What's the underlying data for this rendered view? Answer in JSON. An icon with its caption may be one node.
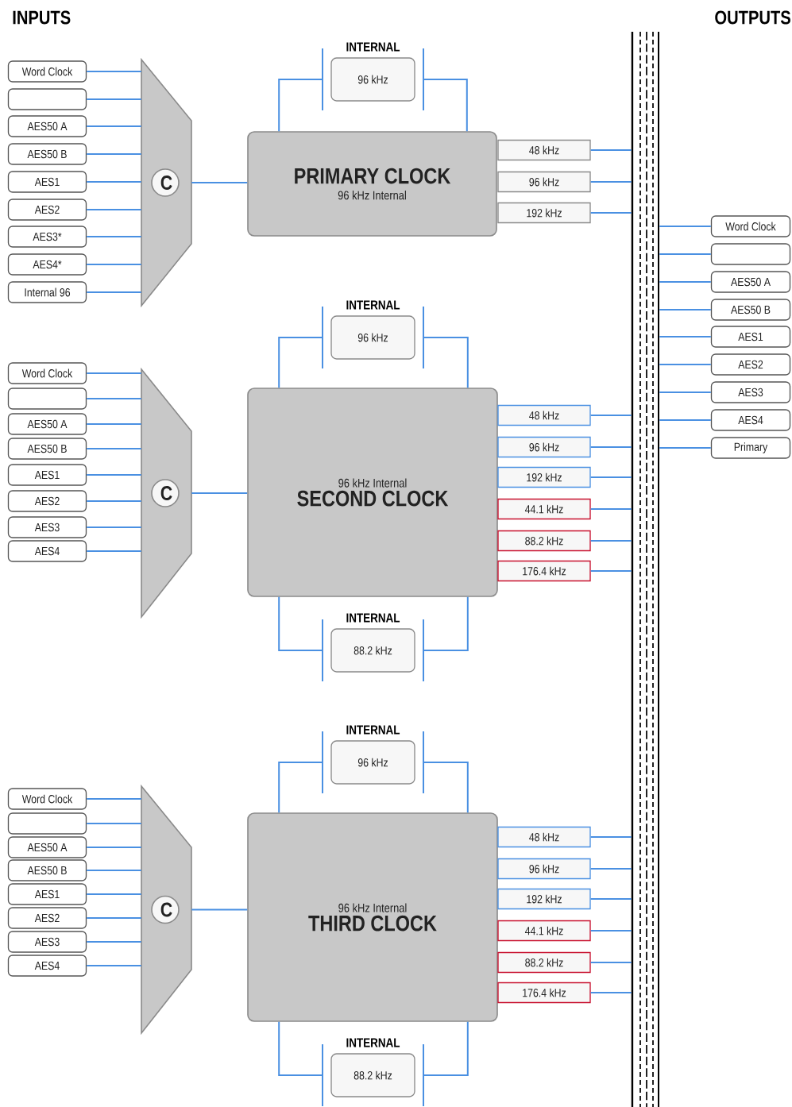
{
  "diagram": {
    "nodes": [
      {
        "text": [
          "Word Clock"
        ]
      },
      {
        "text": [],
        "shape": "box"
      },
      {
        "text": [
          "AES50 A"
        ]
      },
      {
        "text": [
          "AES50 B"
        ]
      },
      {
        "text": [
          "AES1"
        ]
      },
      {
        "text": [
          "AES2"
        ]
      },
      {
        "text": [
          "AES3*"
        ]
      },
      {
        "text": [
          "AES4*"
        ]
      },
      {
        "text": [
          "Internal 96"
        ]
      },
      {
        "text": [
          "C"
        ]
      },
      {
        "text": [
          "INTERNAL",
          "96 kHz"
        ]
      },
      {
        "text": [
          "PRIMARY CLOCK",
          "96 kHz Internal"
        ]
      },
      {
        "text": [
          "48 kHz"
        ]
      },
      {
        "text": [
          "96 kHz"
        ]
      },
      {
        "text": [
          "192 kHz"
        ]
      },
      {
        "text": [],
        "shape": "bar"
      },
      {
        "text": [
          "Word Clock"
        ]
      },
      {
        "text": [],
        "shape": "box"
      },
      {
        "text": [
          "AES50 A"
        ]
      },
      {
        "text": [
          "AES50 B"
        ]
      },
      {
        "text": [
          "AES1"
        ]
      },
      {
        "text": [
          "AES2"
        ]
      },
      {
        "text": [
          "AES3"
        ]
      },
      {
        "text": [
          "AES4"
        ]
      },
      {
        "text": [
          "Primary"
        ]
      },
      {
        "text": [
          "Word Clock"
        ]
      },
      {
        "text": [],
        "shape": "box"
      },
      {
        "text": [
          "AES50 A"
        ]
      },
      {
        "text": [
          "AES50 B"
        ]
      },
      {
        "text": [
          "AES1"
        ]
      },
      {
        "text": [
          "AES2"
        ]
      },
      {
        "text": [
          "AES3"
        ]
      },
      {
        "text": [
          "AES4"
        ]
      },
      {
        "text": [
          "C"
        ]
      },
      {
        "text": [
          "INTERNAL",
          "96 kHz"
        ]
      },
      {
        "text": [
          "96 kHz Internal",
          "SECOND CLOCK"
        ]
      },
      {
        "text": [
          "48 kHz"
        ]
      },
      {
        "text": [
          "96 kHz"
        ]
      },
      {
        "text": [
          "192 kHz"
        ]
      },
      {
        "text": [
          "44.1 kHz"
        ]
      },
      {
        "text": [
          "88.2 kHz"
        ]
      },
      {
        "text": [
          "176.4 kHz"
        ]
      },
      {
        "text": [
          "INTERNAL",
          "88.2 kHz"
        ]
      },
      {
        "text": [
          "Word Clock"
        ]
      },
      {
        "text": [],
        "shape": "box"
      },
      {
        "text": [
          "AES50 A"
        ]
      },
      {
        "text": [
          "AES50 B"
        ]
      },
      {
        "text": [
          "AES1"
        ]
      },
      {
        "text": [
          "AES2"
        ]
      },
      {
        "text": [
          "AES3"
        ]
      },
      {
        "text": [
          "AES4"
        ]
      },
      {
        "text": [
          "C"
        ]
      },
      {
        "text": [
          "INTERNAL",
          "96 kHz"
        ]
      },
      {
        "text": [
          "96 kHz Internal",
          "THIRD CLOCK"
        ]
      },
      {
        "text": [
          "48 kHz"
        ]
      },
      {
        "text": [
          "96 kHz"
        ]
      },
      {
        "text": [
          "192 kHz"
        ]
      },
      {
        "text": [
          "44.1 kHz"
        ]
      },
      {
        "text": [
          "88.2 kHz"
        ]
      },
      {
        "text": [
          "176.4 kHz"
        ]
      },
      {
        "text": [
          "INTERNAL",
          "88.2 kHz"
        ]
      }
    ],
    "edges": [
      {
        "from": 0,
        "to": 9,
        "arrow": "none"
      },
      {
        "from": 1,
        "to": 9,
        "arrow": "none"
      },
      {
        "from": 2,
        "to": 9,
        "arrow": "none"
      },
      {
        "from": 3,
        "to": 9,
        "arrow": "none"
      },
      {
        "from": 4,
        "to": 9,
        "arrow": "none"
      },
      {
        "from": 5,
        "to": 9,
        "arrow": "none"
      },
      {
        "from": 6,
        "to": 9,
        "arrow": "none"
      },
      {
        "from": 7,
        "to": 9,
        "arrow": "none"
      },
      {
        "from": 8,
        "to": 9,
        "arrow": "none"
      },
      {
        "from": 9,
        "to": 11,
        "arrow": "none"
      },
      {
        "from": 11,
        "to": 10,
        "arrow": "none"
      },
      {
        "from": 11,
        "to": 10,
        "arrow": "none"
      },
      {
        "from": 12,
        "to": 15,
        "arrow": "none"
      },
      {
        "from": 13,
        "to": 15,
        "arrow": "none"
      },
      {
        "from": 14,
        "to": 15,
        "arrow": "none"
      },
      {
        "from": 15,
        "to": 16,
        "arrow": "none"
      },
      {
        "from": 15,
        "to": 17,
        "arrow": "none"
      },
      {
        "from": 15,
        "to": 18,
        "arrow": "none"
      },
      {
        "from": 15,
        "to": 19,
        "arrow": "none"
      },
      {
        "from": 15,
        "to": 20,
        "arrow": "none"
      },
      {
        "from": 15,
        "to": 21,
        "arrow": "none"
      },
      {
        "from": 15,
        "to": 22,
        "arrow": "none"
      },
      {
        "from": 15,
        "to": 23,
        "arrow": "none"
      },
      {
        "from": 15,
        "to": 24,
        "arrow": "none"
      },
      {
        "from": 25,
        "to": 33,
        "arrow": "none"
      },
      {
        "from": 26,
        "to": 33,
        "arrow": "none"
      },
      {
        "from": 27,
        "to": 33,
        "arrow": "none"
      },
      {
        "from": 28,
        "to": 33,
        "arrow": "none"
      },
      {
        "from": 29,
        "to": 33,
        "arrow": "none"
      },
      {
        "from": 30,
        "to": 33,
        "arrow": "none"
      },
      {
        "from": 31,
        "to": 33,
        "arrow": "none"
      },
      {
        "from": 32,
        "to": 33,
        "arrow": "none"
      },
      {
        "from": 33,
        "to": 35,
        "arrow": "none"
      },
      {
        "from": 35,
        "to": 34,
        "arrow": "none"
      },
      {
        "from": 35,
        "to": 34,
        "arrow": "none"
      },
      {
        "from": 35,
        "to": 42,
        "arrow": "none"
      },
      {
        "from": 35,
        "to": 42,
        "arrow": "none"
      },
      {
        "from": 36,
        "to": 15,
        "arrow": "none"
      },
      {
        "from": 37,
        "to": 15,
        "arrow": "none"
      },
      {
        "from": 38,
        "to": 15,
        "arrow": "none"
      },
      {
        "from": 39,
        "to": 15,
        "arrow": "none"
      },
      {
        "from": 40,
        "to": 15,
        "arrow": "none"
      },
      {
        "from": 41,
        "to": 15,
        "arrow": "none"
      },
      {
        "from": 43,
        "to": 51,
        "arrow": "none"
      },
      {
        "from": 44,
        "to": 51,
        "arrow": "none"
      },
      {
        "from": 45,
        "to": 51,
        "arrow": "none"
      },
      {
        "from": 46,
        "to": 51,
        "arrow": "none"
      },
      {
        "from": 47,
        "to": 51,
        "arrow": "none"
      },
      {
        "from": 48,
        "to": 51,
        "arrow": "none"
      },
      {
        "from": 49,
        "to": 51,
        "arrow": "none"
      },
      {
        "from": 50,
        "to": 51,
        "arrow": "none"
      },
      {
        "from": 51,
        "to": 53,
        "arrow": "none"
      },
      {
        "from": 53,
        "to": 52,
        "arrow": "none"
      },
      {
        "from": 53,
        "to": 52,
        "arrow": "none"
      },
      {
        "from": 53,
        "to": 60,
        "arrow": "none"
      },
      {
        "from": 53,
        "to": 60,
        "arrow": "none"
      },
      {
        "from": 54,
        "to": 15,
        "arrow": "none"
      },
      {
        "from": 55,
        "to": 15,
        "arrow": "none"
      },
      {
        "from": 56,
        "to": 15,
        "arrow": "none"
      },
      {
        "from": 57,
        "to": 15,
        "arrow": "none"
      },
      {
        "from": 58,
        "to": 15,
        "arrow": "none"
      },
      {
        "from": 59,
        "to": 15,
        "arrow": "none"
      }
    ],
    "labels": [
      "INPUTS",
      "OUTPUTS"
    ]
  }
}
